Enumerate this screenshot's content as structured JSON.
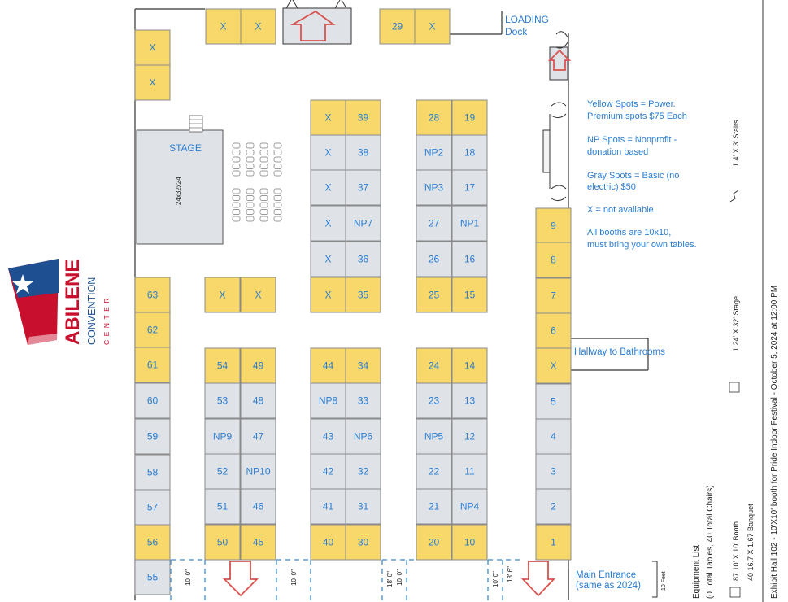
{
  "colors": {
    "yellow_booth": "#f8d86a",
    "gray_booth": "#dfe3e8",
    "booth_text": "#2a7dd1",
    "logo_red": "#c8102e",
    "logo_blue": "#1d4f91",
    "arrow_red": "#d9534f"
  },
  "logo": {
    "name": "ABILENE",
    "line2": "CONVENTION",
    "line3": "CENTER"
  },
  "labels": {
    "loading_dock_1": "LOADING",
    "loading_dock_2": "Dock",
    "stage": "STAGE",
    "stage_size": "24x32x24",
    "hallway": "Hallway to Bathrooms",
    "main_entrance_1": "Main Entrance",
    "main_entrance_2": "(same as 2024)",
    "ten_feet": "10 Feet"
  },
  "legend": {
    "yellow_1": "Yellow Spots = Power.",
    "yellow_2": "Premium spots $75 Each",
    "np_1": "NP Spots = Nonprofit -",
    "np_2": "donation based",
    "gray_1": "Gray Spots = Basic (no",
    "gray_2": "electric) $50",
    "x": "X = not available",
    "all_1": "All booths are 10x10,",
    "all_2": "must bring your own tables."
  },
  "side": {
    "stairs": "1  4' X 3' Stairs",
    "stage": "1  24' X 32' Stage",
    "equip_title": "Equipment List",
    "equip_sub": "(0 Total Tables, 40 Total Chairs)",
    "booth_line": "87  10' X 10' Booth",
    "banquet_line": "40  16.7 X 1.67 Banquet",
    "title": "Exhibit Hall 102 - 10'X10' booth for Pride Indoor Festival - October 5, 2024 at 12:00 PM"
  },
  "aisles": {
    "a1": "10' 0\"",
    "a2": "10' 0\"",
    "a3": "10' 0\"",
    "a4": "18' 0\"",
    "a5": "10' 0\"",
    "a6": "13' 6\""
  },
  "booths": [
    {
      "label": "X",
      "color": "yellow"
    },
    {
      "label": "X",
      "color": "yellow"
    },
    {
      "label": "29",
      "color": "yellow"
    },
    {
      "label": "X",
      "color": "yellow"
    },
    {
      "label": "X",
      "color": "yellow"
    },
    {
      "label": "X",
      "color": "yellow"
    },
    {
      "label": "X",
      "color": "yellow"
    },
    {
      "label": "39",
      "color": "yellow"
    },
    {
      "label": "X",
      "color": "gray"
    },
    {
      "label": "38",
      "color": "gray"
    },
    {
      "label": "X",
      "color": "gray"
    },
    {
      "label": "37",
      "color": "gray"
    },
    {
      "label": "X",
      "color": "gray"
    },
    {
      "label": "NP7",
      "color": "gray"
    },
    {
      "label": "X",
      "color": "gray"
    },
    {
      "label": "36",
      "color": "gray"
    },
    {
      "label": "X",
      "color": "yellow"
    },
    {
      "label": "35",
      "color": "yellow"
    },
    {
      "label": "28",
      "color": "yellow"
    },
    {
      "label": "19",
      "color": "yellow"
    },
    {
      "label": "NP2",
      "color": "gray"
    },
    {
      "label": "18",
      "color": "gray"
    },
    {
      "label": "NP3",
      "color": "gray"
    },
    {
      "label": "17",
      "color": "gray"
    },
    {
      "label": "27",
      "color": "gray"
    },
    {
      "label": "NP1",
      "color": "gray"
    },
    {
      "label": "26",
      "color": "gray"
    },
    {
      "label": "16",
      "color": "gray"
    },
    {
      "label": "25",
      "color": "yellow"
    },
    {
      "label": "15",
      "color": "yellow"
    },
    {
      "label": "9",
      "color": "yellow"
    },
    {
      "label": "8",
      "color": "yellow"
    },
    {
      "label": "7",
      "color": "yellow"
    },
    {
      "label": "6",
      "color": "yellow"
    },
    {
      "label": "X",
      "color": "yellow"
    },
    {
      "label": "5",
      "color": "gray"
    },
    {
      "label": "4",
      "color": "gray"
    },
    {
      "label": "3",
      "color": "gray"
    },
    {
      "label": "2",
      "color": "gray"
    },
    {
      "label": "1",
      "color": "yellow"
    },
    {
      "label": "63",
      "color": "yellow"
    },
    {
      "label": "62",
      "color": "yellow"
    },
    {
      "label": "61",
      "color": "yellow"
    },
    {
      "label": "60",
      "color": "gray"
    },
    {
      "label": "59",
      "color": "gray"
    },
    {
      "label": "58",
      "color": "gray"
    },
    {
      "label": "57",
      "color": "gray"
    },
    {
      "label": "56",
      "color": "yellow"
    },
    {
      "label": "55",
      "color": "gray"
    },
    {
      "label": "X",
      "color": "yellow"
    },
    {
      "label": "X",
      "color": "yellow"
    },
    {
      "label": "54",
      "color": "yellow"
    },
    {
      "label": "49",
      "color": "yellow"
    },
    {
      "label": "53",
      "color": "gray"
    },
    {
      "label": "48",
      "color": "gray"
    },
    {
      "label": "NP9",
      "color": "gray"
    },
    {
      "label": "47",
      "color": "gray"
    },
    {
      "label": "52",
      "color": "gray"
    },
    {
      "label": "NP10",
      "color": "gray"
    },
    {
      "label": "51",
      "color": "gray"
    },
    {
      "label": "46",
      "color": "gray"
    },
    {
      "label": "50",
      "color": "yellow"
    },
    {
      "label": "45",
      "color": "yellow"
    },
    {
      "label": "44",
      "color": "yellow"
    },
    {
      "label": "34",
      "color": "yellow"
    },
    {
      "label": "NP8",
      "color": "gray"
    },
    {
      "label": "33",
      "color": "gray"
    },
    {
      "label": "43",
      "color": "gray"
    },
    {
      "label": "NP6",
      "color": "gray"
    },
    {
      "label": "42",
      "color": "gray"
    },
    {
      "label": "32",
      "color": "gray"
    },
    {
      "label": "41",
      "color": "gray"
    },
    {
      "label": "31",
      "color": "gray"
    },
    {
      "label": "40",
      "color": "yellow"
    },
    {
      "label": "30",
      "color": "yellow"
    },
    {
      "label": "24",
      "color": "yellow"
    },
    {
      "label": "14",
      "color": "yellow"
    },
    {
      "label": "23",
      "color": "gray"
    },
    {
      "label": "13",
      "color": "gray"
    },
    {
      "label": "NP5",
      "color": "gray"
    },
    {
      "label": "12",
      "color": "gray"
    },
    {
      "label": "22",
      "color": "gray"
    },
    {
      "label": "11",
      "color": "gray"
    },
    {
      "label": "21",
      "color": "gray"
    },
    {
      "label": "NP4",
      "color": "gray"
    },
    {
      "label": "20",
      "color": "yellow"
    },
    {
      "label": "10",
      "color": "yellow"
    }
  ]
}
